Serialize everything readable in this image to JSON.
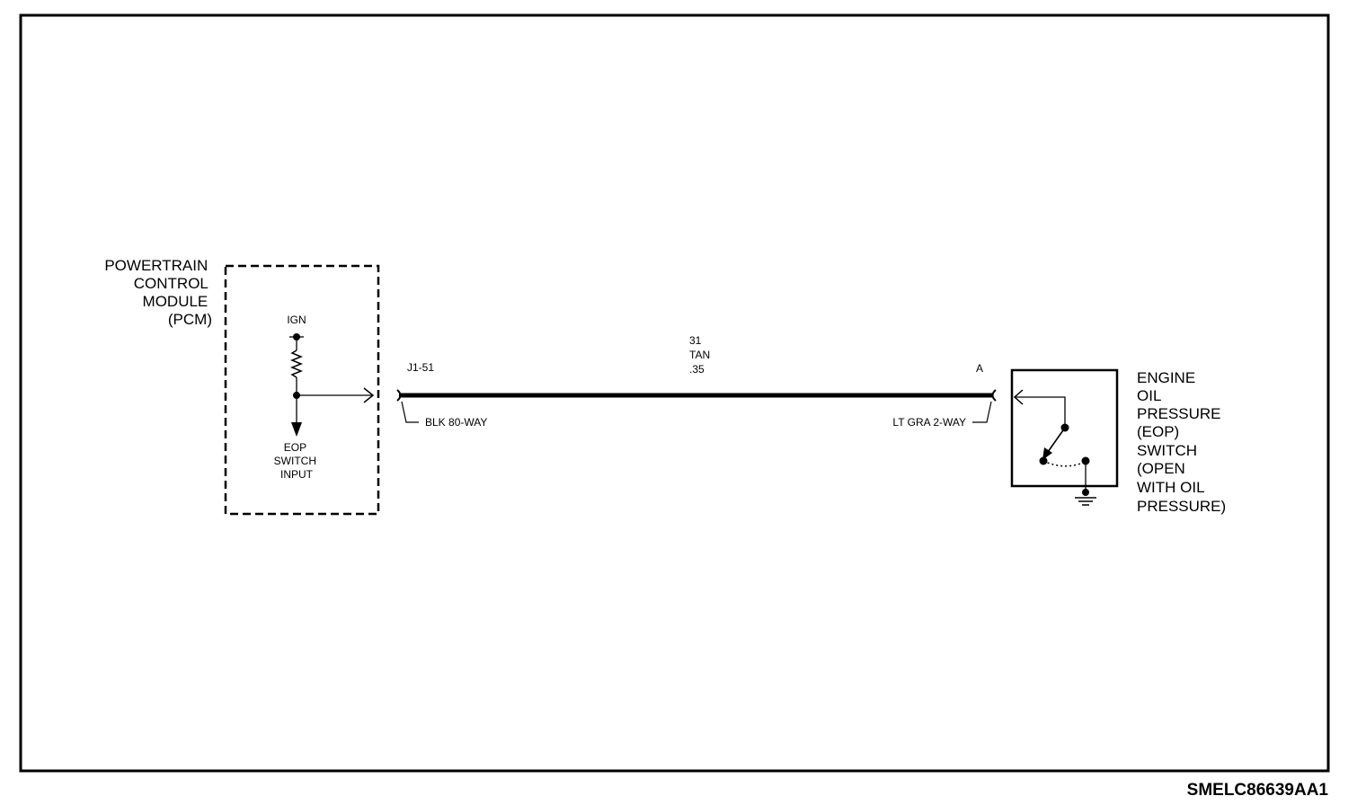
{
  "pcm": {
    "label_lines": [
      "POWERTRAIN",
      "CONTROL",
      "MODULE",
      "(PCM)"
    ],
    "ign_label": "IGN",
    "input_label_lines": [
      "EOP",
      "SWITCH",
      "INPUT"
    ]
  },
  "wire": {
    "circuit_lines": [
      "31",
      "TAN",
      ".35"
    ],
    "pcm_terminal": "J1-51",
    "pcm_connector": "BLK 80-WAY",
    "switch_terminal": "A",
    "switch_connector": "LT GRA 2-WAY"
  },
  "eop_switch": {
    "label_lines": [
      "ENGINE",
      "OIL",
      "PRESSURE",
      "(EOP)",
      "SWITCH",
      "(OPEN",
      "WITH OIL",
      "PRESSURE)"
    ]
  },
  "document_id": "SMELC86639AA1"
}
